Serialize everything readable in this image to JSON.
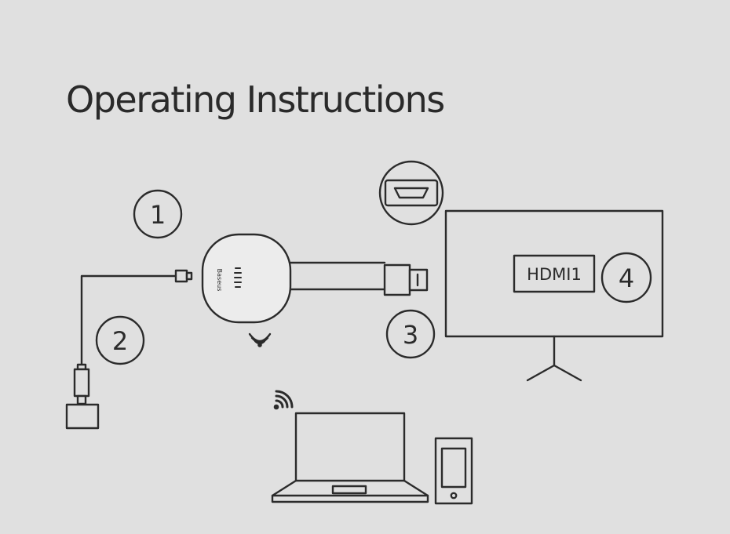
{
  "title": "Operating Instructions",
  "steps": [
    "1",
    "2",
    "3",
    "4"
  ],
  "device_brand": "Baseus",
  "tv_input_label": "HDMI1",
  "colors": {
    "background": "#e0e0e0",
    "stroke": "#2b2b2b",
    "fill": "#ececec"
  },
  "icons": [
    "dongle-icon",
    "usb-cable-icon",
    "power-adapter-icon",
    "hdmi-plug-icon",
    "hdmi-port-icon",
    "tv-icon",
    "laptop-icon",
    "smartphone-icon",
    "wifi-icon",
    "wireless-signal-icon"
  ]
}
